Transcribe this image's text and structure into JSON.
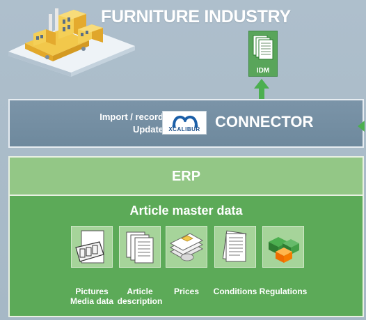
{
  "industry": {
    "title": "FURNITURE INDUSTRY"
  },
  "idm": {
    "label": "IDM"
  },
  "connector": {
    "actions": [
      "Import / record",
      "Update"
    ],
    "logo_text": "XCALIBUR",
    "title": "CONNECTOR"
  },
  "erp": {
    "title": "ERP",
    "subtitle": "Article master data",
    "items": [
      {
        "lines": [
          "Pictures",
          "Media data"
        ],
        "icon": "pictures-icon"
      },
      {
        "lines": [
          "Article",
          "description"
        ],
        "icon": "article-description-icon"
      },
      {
        "lines": [
          "Prices",
          ""
        ],
        "icon": "prices-icon"
      },
      {
        "lines": [
          "Conditions",
          ""
        ],
        "icon": "conditions-icon"
      },
      {
        "lines": [
          "Regulations",
          ""
        ],
        "icon": "regulations-icon"
      }
    ]
  },
  "colors": {
    "background": "#a9bbc8",
    "connector": "#7590a4",
    "erp_header": "#93c786",
    "erp_body": "#5caa58",
    "tile": "#a6d49a",
    "arrow": "#4caf50"
  }
}
